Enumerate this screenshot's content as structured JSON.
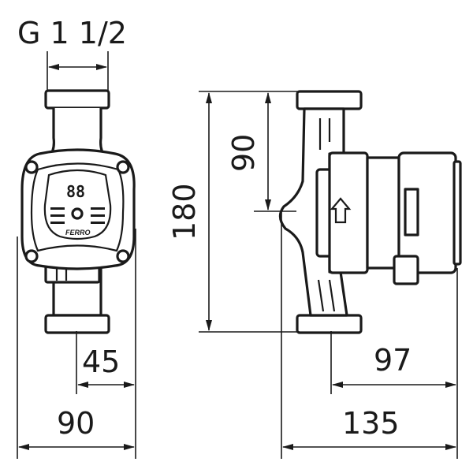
{
  "dimensions": {
    "thread": "G 1 1/2",
    "front_half_width": "45",
    "front_width": "90",
    "side_height": "180",
    "side_axis_height": "90",
    "side_motor_depth": "97",
    "side_total_depth": "135"
  },
  "pump_face": {
    "brand": "FERRO",
    "display": "88"
  }
}
